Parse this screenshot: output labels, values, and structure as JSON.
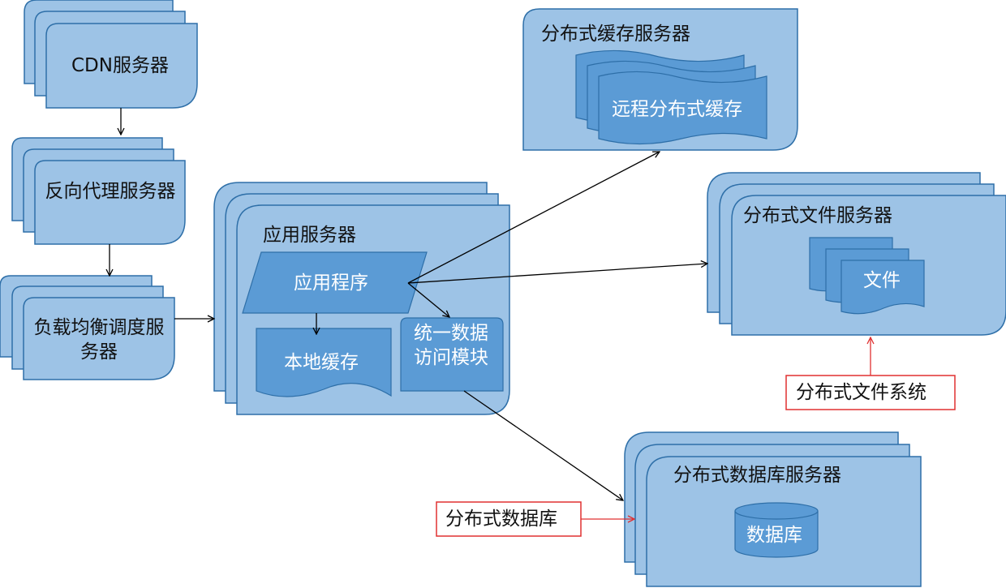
{
  "colors": {
    "box_fill": "#9DC3E6",
    "box_stroke": "#2E6FA8",
    "inner_fill": "#5B9BD5",
    "inner_stroke": "#2E6FA8",
    "arrow": "#000000",
    "annotation_border": "#E03030",
    "annotation_arrow": "#E03030"
  },
  "nodes": {
    "cdn": "CDN服务器",
    "reverse_proxy": "反向代理服务器",
    "load_balancer": "负载均衡调度服务器",
    "app_server": "应用服务器",
    "app_program": "应用程序",
    "local_cache": "本地缓存",
    "data_access": "统一数据访问模块",
    "cache_server": "分布式缓存服务器",
    "remote_cache": "远程分布式缓存",
    "file_server": "分布式文件服务器",
    "file": "文件",
    "db_server": "分布式数据库服务器",
    "database": "数据库"
  },
  "annotations": {
    "file_system": "分布式文件系统",
    "distributed_db": "分布式数据库"
  }
}
